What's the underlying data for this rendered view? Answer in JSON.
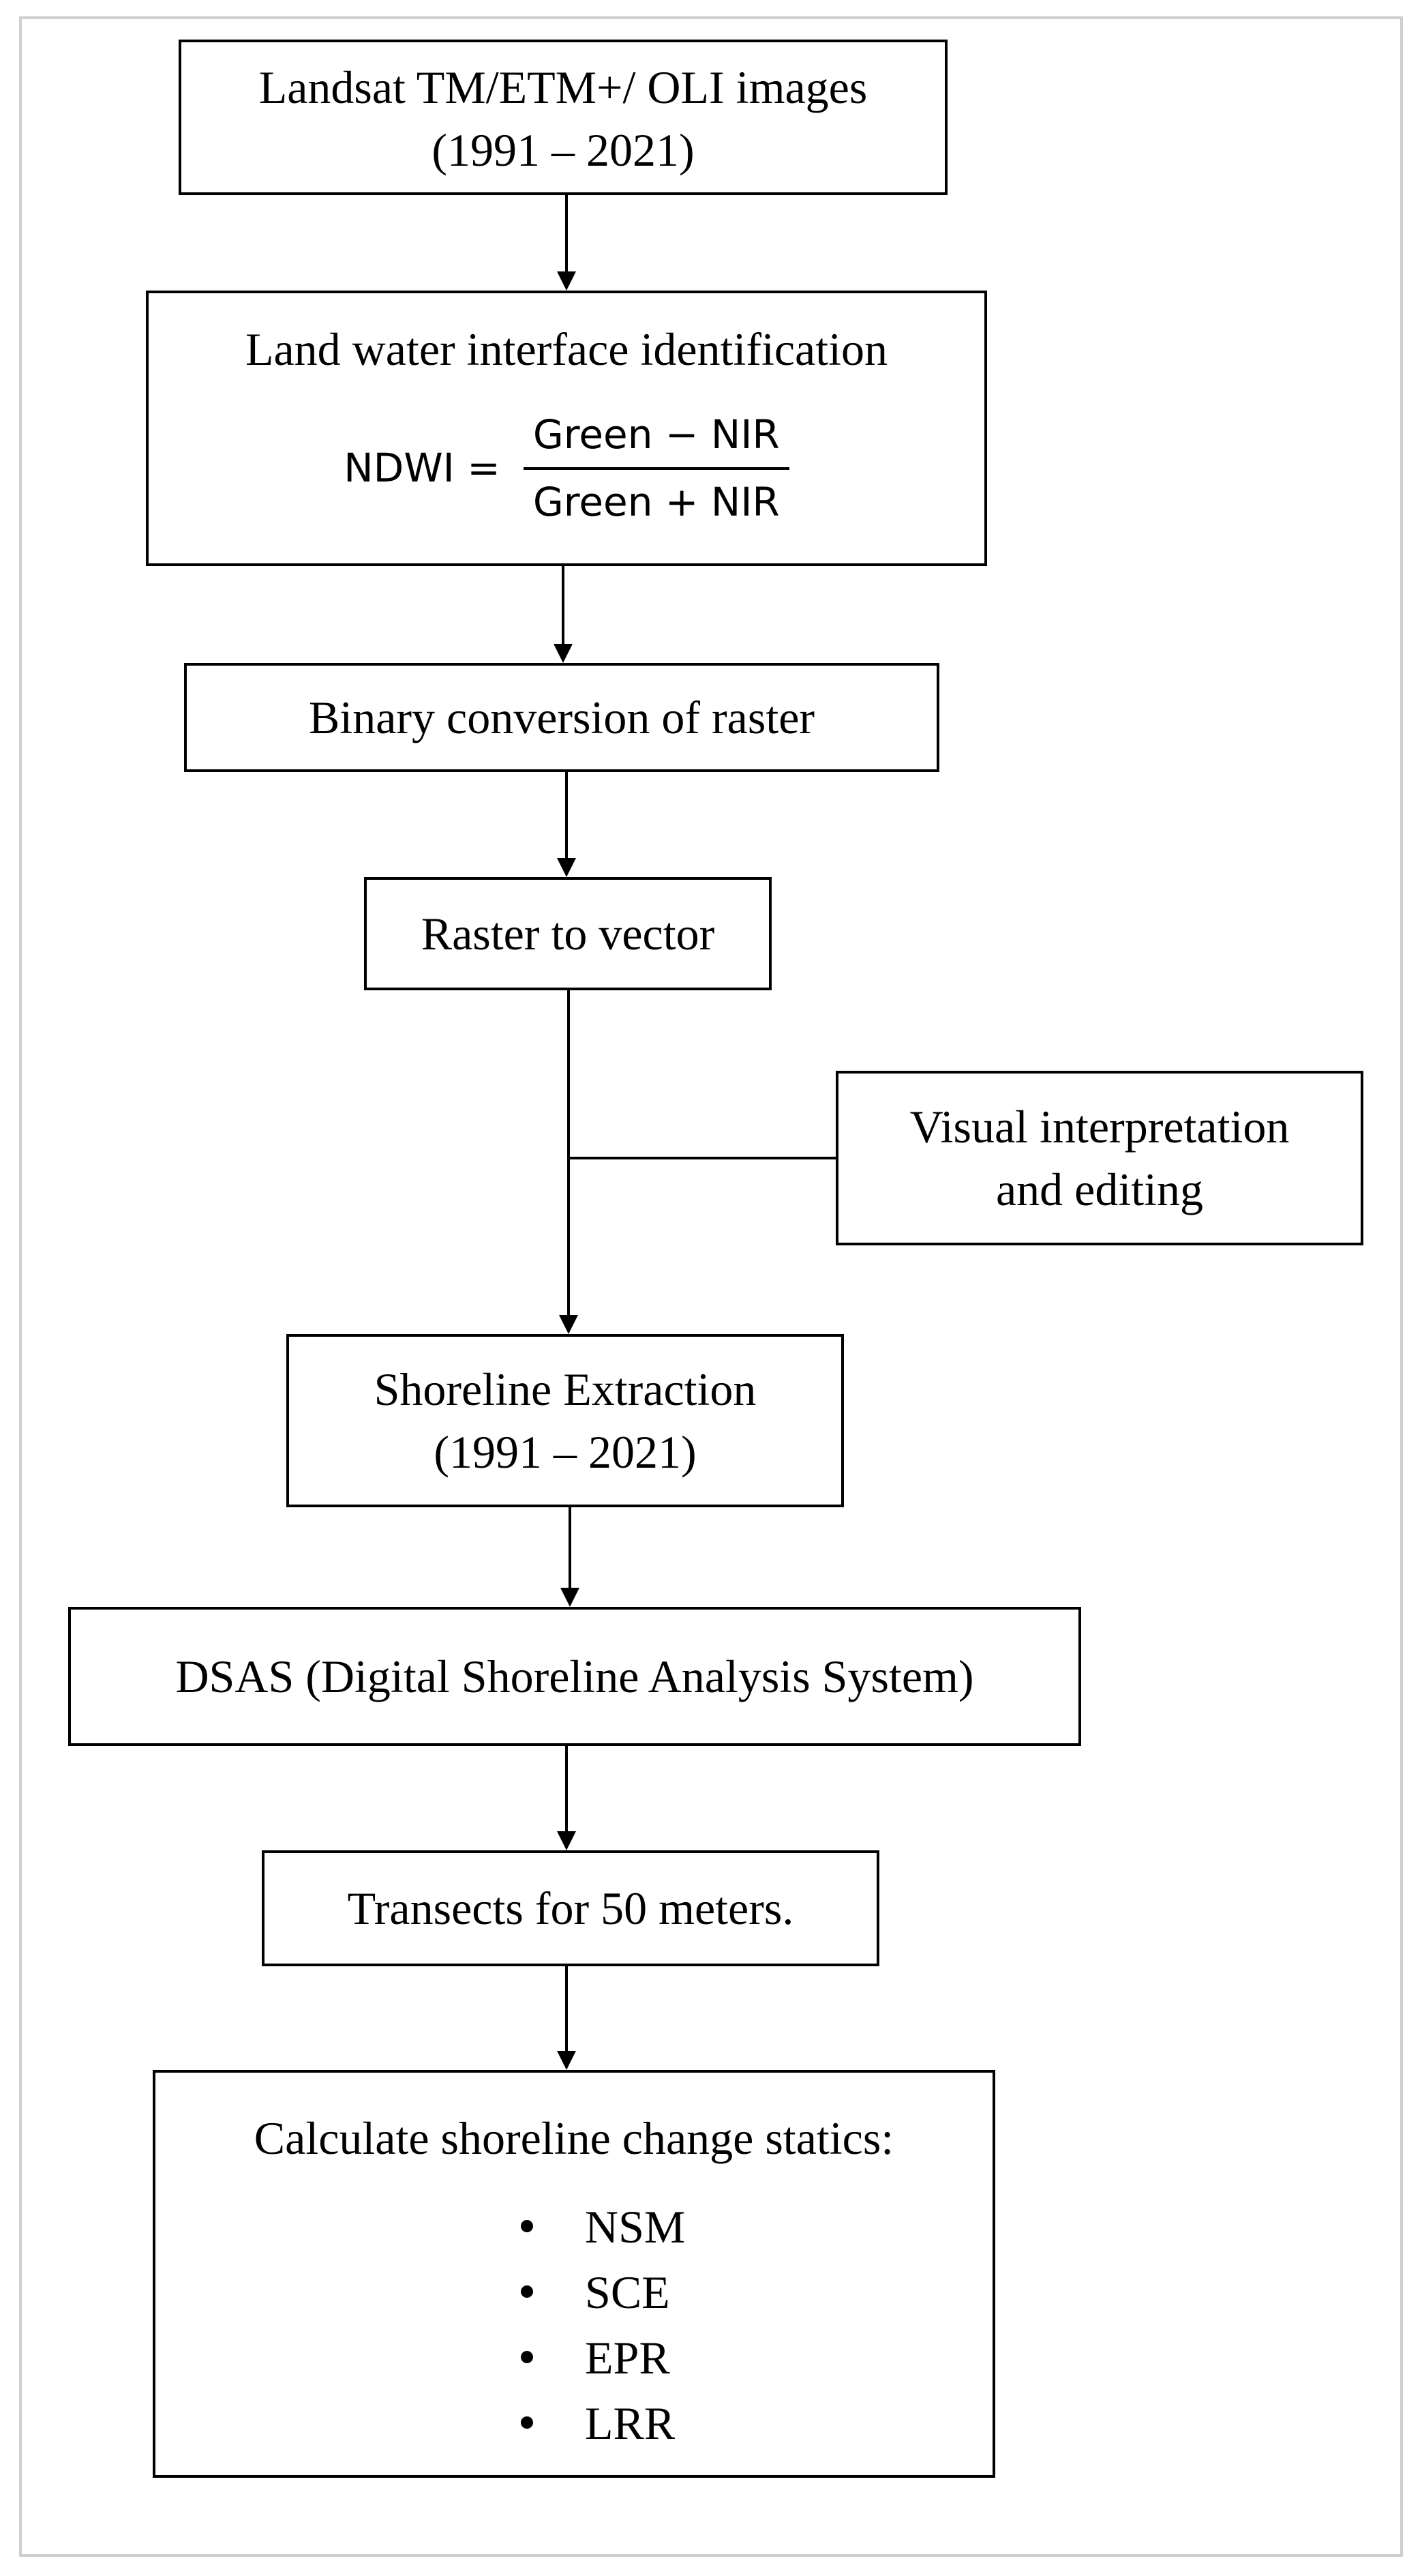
{
  "steps": {
    "landsat": {
      "line1": "Landsat TM/ETM+/ OLI images",
      "line2": "(1991 – 2021)"
    },
    "interface": {
      "heading": "Land water interface identification",
      "formula": {
        "lhs": "NDWI =",
        "numerator": "Green − NIR",
        "denominator": "Green + NIR"
      }
    },
    "binary": {
      "label": "Binary conversion of raster"
    },
    "raster_to_vector": {
      "label": "Raster to vector"
    },
    "visual": {
      "line1": "Visual interpretation",
      "line2": "and editing"
    },
    "shoreline": {
      "line1": "Shoreline Extraction",
      "line2": "(1991 – 2021)"
    },
    "dsas": {
      "label": "DSAS (Digital Shoreline Analysis System)"
    },
    "transects": {
      "label": "Transects for 50 meters."
    },
    "calculate": {
      "heading": "Calculate shoreline change statics:",
      "items": [
        "NSM",
        "SCE",
        "EPR",
        "LRR"
      ]
    }
  },
  "colors": {
    "stroke": "#000000",
    "frame": "#cfcfcf",
    "background": "#ffffff"
  }
}
